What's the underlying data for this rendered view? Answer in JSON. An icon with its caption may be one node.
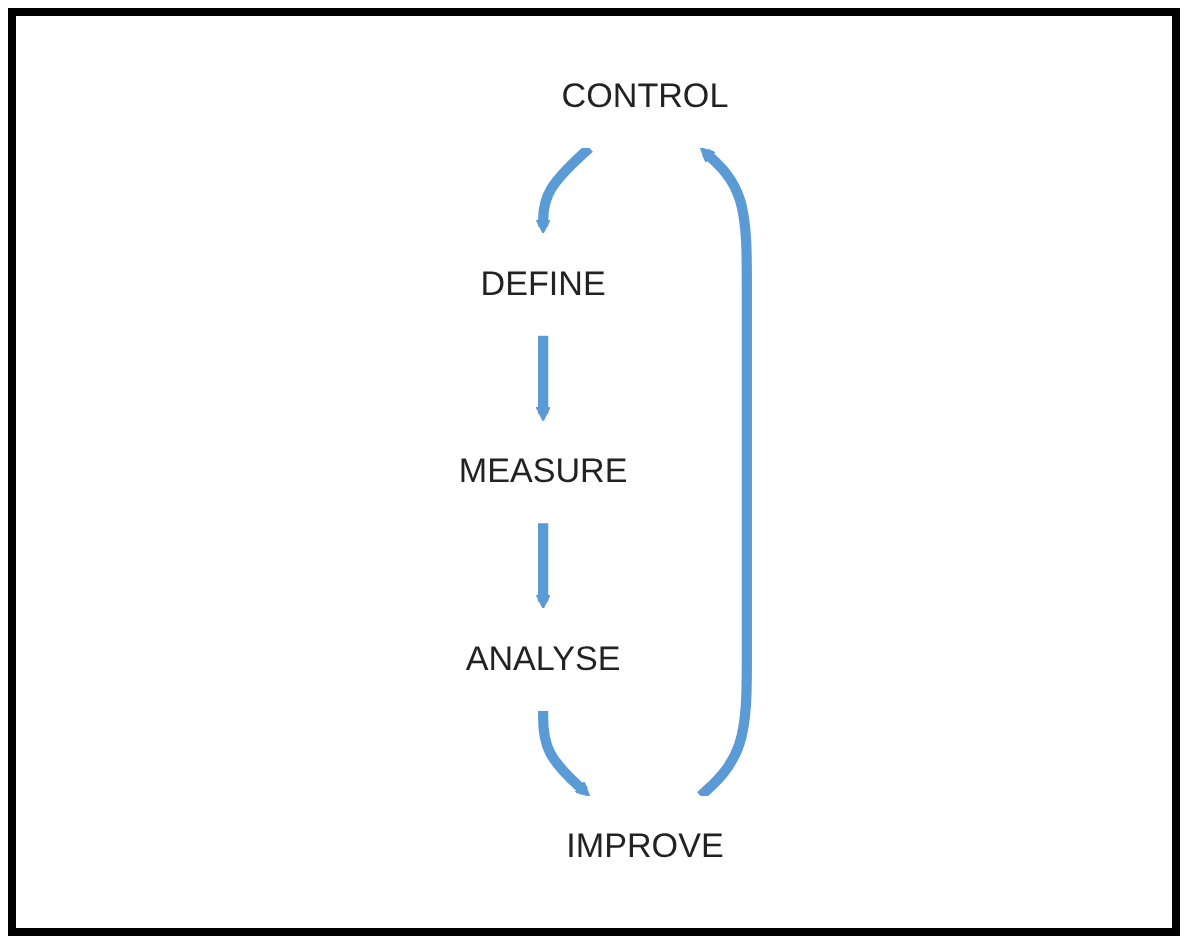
{
  "diagram": {
    "nodes": [
      {
        "text": [
          "CONTROL"
        ]
      },
      {
        "text": [
          "DEFINE"
        ]
      },
      {
        "text": [
          "MEASURE"
        ]
      },
      {
        "text": [
          "IMPROVE"
        ]
      },
      {
        "text": [
          "ANALYSE"
        ]
      }
    ],
    "edges": [
      {
        "from": 0,
        "to": 1,
        "arrow": "to"
      },
      {
        "from": 1,
        "to": 2,
        "arrow": "to"
      },
      {
        "from": 2,
        "to": 4,
        "arrow": "to"
      },
      {
        "from": 4,
        "to": 3,
        "arrow": "to"
      },
      {
        "from": 3,
        "to": 0,
        "arrow": "to"
      }
    ]
  }
}
